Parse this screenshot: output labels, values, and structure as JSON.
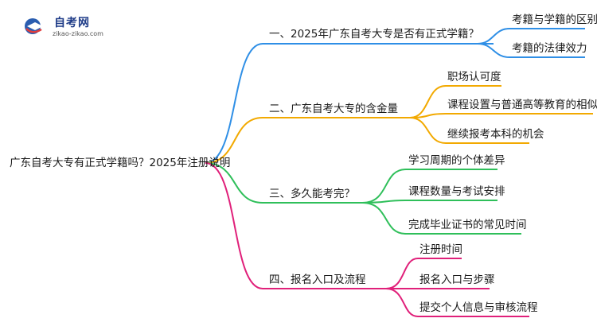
{
  "logo": {
    "title": "自考网",
    "subtitle": "zikao-zikao.com"
  },
  "root": "广东自考大专有正式学籍吗？2025年注册说明",
  "branches": [
    {
      "label": "一、2025年广东自考大专是否有正式学籍？",
      "color": "#2f8fe6",
      "children": [
        "考籍与学籍的区别",
        "考籍的法律效力"
      ]
    },
    {
      "label": "二、广东自考大专的含金量",
      "color": "#f2a900",
      "children": [
        "职场认可度",
        "课程设置与普通高等教育的相似性",
        "继续报考本科的机会"
      ]
    },
    {
      "label": "三、多久能考完？",
      "color": "#2fbf5a",
      "children": [
        "学习周期的个体差异",
        "课程数量与考试安排",
        "完成毕业证书的常见时间"
      ]
    },
    {
      "label": "四、报名入口及流程",
      "color": "#e0207a",
      "children": [
        "注册时间",
        "报名入口与步骤",
        "提交个人信息与审核流程"
      ]
    }
  ]
}
